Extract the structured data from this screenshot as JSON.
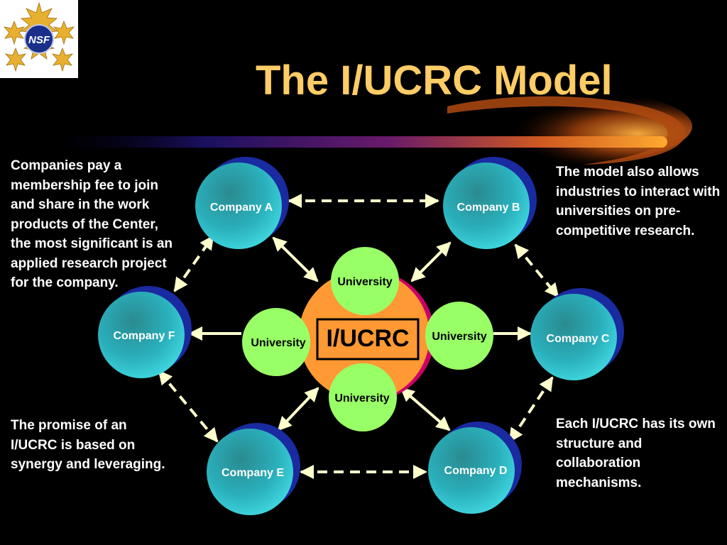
{
  "slide": {
    "title": "The I/UCRC Model",
    "logo": {
      "text": "NSF",
      "icon": "nsf-seal-icon"
    }
  },
  "text_blocks": {
    "left_top": "Companies pay a membership fee to join and share in the work products of the Center, the most significant is an applied research project for the company.",
    "right_top": "The model also allows industries to interact with universities on pre-competitive research.",
    "left_bottom": "The promise of an I/UCRC is based on synergy and leveraging.",
    "right_bottom": "Each I/UCRC has its own structure and collaboration mechanisms."
  },
  "diagram": {
    "center_label": "I/UCRC",
    "universities": {
      "top": "University",
      "left": "University",
      "right": "University",
      "bottom": "University"
    },
    "companies": {
      "a": "Company A",
      "b": "Company B",
      "c": "Company C",
      "d": "Company D",
      "e": "Company E",
      "f": "Company F"
    }
  },
  "colors": {
    "background": "#000000",
    "title": "#ffcc66",
    "company_fill": "#2ab8c8",
    "company_shadow": "#1a2aa0",
    "university_fill": "#99ff66",
    "center_fill": "#ff9933",
    "center_shadow": "#cc0066",
    "arrow": "#ffffcc"
  }
}
